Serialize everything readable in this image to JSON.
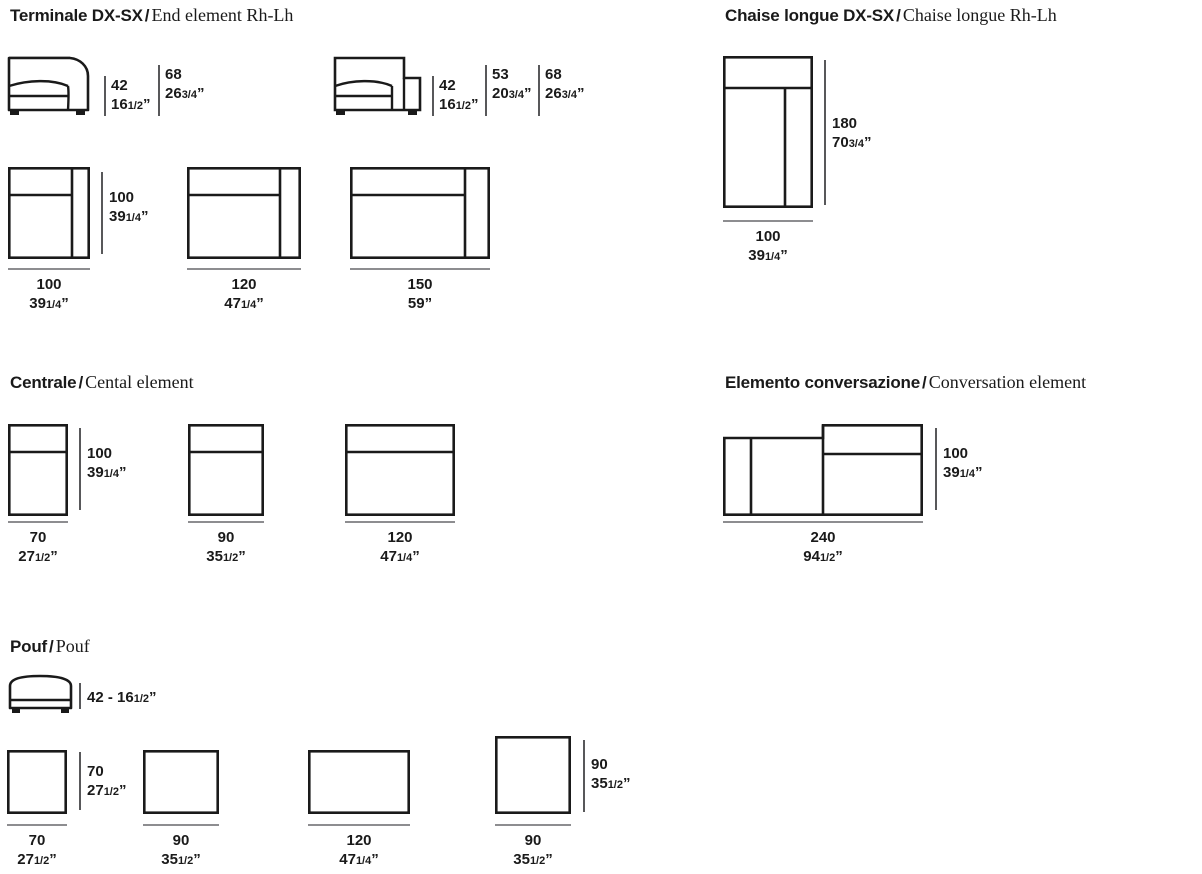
{
  "sections": [
    {
      "id": "terminale",
      "title_it": "Terminale DX-SX",
      "separator": "/",
      "title_en": "End element Rh-Lh"
    },
    {
      "id": "chaise",
      "title_it": "Chaise longue DX-SX",
      "separator": "/",
      "title_en": "Chaise longue Rh-Lh"
    },
    {
      "id": "centrale",
      "title_it": "Centrale",
      "separator": "/",
      "title_en": "Cental element"
    },
    {
      "id": "conversazione",
      "title_it": "Elemento conversazione",
      "separator": "/",
      "title_en": "Conversation element"
    },
    {
      "id": "pouf",
      "title_it": "Pouf",
      "separator": "/",
      "title_en": "Pouf"
    }
  ],
  "terminale": {
    "elevation_1": {
      "dims": [
        {
          "cm": "42",
          "inch_whole": "16",
          "inch_frac": "1/2",
          "inch_mark": "”"
        },
        {
          "cm": "68",
          "inch_whole": "26",
          "inch_frac": "3/4",
          "inch_mark": "”"
        }
      ]
    },
    "elevation_2": {
      "dims": [
        {
          "cm": "42",
          "inch_whole": "16",
          "inch_frac": "1/2",
          "inch_mark": "”"
        },
        {
          "cm": "53",
          "inch_whole": "20",
          "inch_frac": "3/4",
          "inch_mark": "”"
        },
        {
          "cm": "68",
          "inch_whole": "26",
          "inch_frac": "3/4",
          "inch_mark": "”"
        }
      ]
    },
    "depth": {
      "cm": "100",
      "inch_whole": "39",
      "inch_frac": "1/4",
      "inch_mark": "”"
    },
    "plans": [
      {
        "cm": "100",
        "inch_whole": "39",
        "inch_frac": "1/4",
        "inch_mark": "”"
      },
      {
        "cm": "120",
        "inch_whole": "47",
        "inch_frac": "1/4",
        "inch_mark": "”"
      },
      {
        "cm": "150",
        "inch_whole": "59",
        "inch_frac": "",
        "inch_mark": "”"
      }
    ]
  },
  "chaise": {
    "depth": {
      "cm": "180",
      "inch_whole": "70",
      "inch_frac": "3/4",
      "inch_mark": "”"
    },
    "width": {
      "cm": "100",
      "inch_whole": "39",
      "inch_frac": "1/4",
      "inch_mark": "”"
    }
  },
  "centrale": {
    "depth": {
      "cm": "100",
      "inch_whole": "39",
      "inch_frac": "1/4",
      "inch_mark": "”"
    },
    "plans": [
      {
        "cm": "70",
        "inch_whole": "27",
        "inch_frac": "1/2",
        "inch_mark": "”"
      },
      {
        "cm": "90",
        "inch_whole": "35",
        "inch_frac": "1/2",
        "inch_mark": "”"
      },
      {
        "cm": "120",
        "inch_whole": "47",
        "inch_frac": "1/4",
        "inch_mark": "”"
      }
    ]
  },
  "conversazione": {
    "depth": {
      "cm": "100",
      "inch_whole": "39",
      "inch_frac": "1/4",
      "inch_mark": "”"
    },
    "width": {
      "cm": "240",
      "inch_whole": "94",
      "inch_frac": "1/2",
      "inch_mark": "”"
    }
  },
  "pouf": {
    "elevation_height": {
      "text": "42 - 16",
      "inch_frac": "1/2",
      "inch_mark": "”"
    },
    "depth_a": {
      "cm": "70",
      "inch_whole": "27",
      "inch_frac": "1/2",
      "inch_mark": "”"
    },
    "depth_b": {
      "cm": "90",
      "inch_whole": "35",
      "inch_frac": "1/2",
      "inch_mark": "”"
    },
    "plans": [
      {
        "cm": "70",
        "inch_whole": "27",
        "inch_frac": "1/2",
        "inch_mark": "”"
      },
      {
        "cm": "90",
        "inch_whole": "35",
        "inch_frac": "1/2",
        "inch_mark": "”"
      },
      {
        "cm": "120",
        "inch_whole": "47",
        "inch_frac": "1/4",
        "inch_mark": "”"
      },
      {
        "cm": "90",
        "inch_whole": "35",
        "inch_frac": "1/2",
        "inch_mark": "”"
      }
    ]
  },
  "colors": {
    "ink": "#1a1a1a",
    "dim_rule": "#8d8d90",
    "dim_tick": "#58585a",
    "paper": "#ffffff"
  }
}
